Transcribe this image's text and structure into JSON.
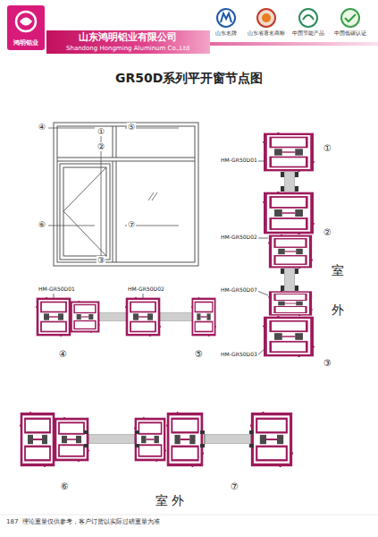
{
  "diagram": {
    "title": "GR50D系列平开窗节点图",
    "labels": [
      "鸿明铝业",
      "山东鸿明铝业有限公司",
      "Shandong Hongming Aluminum Co.,Ltd",
      "山东名牌",
      "山东省著名商标",
      "中国节能产品",
      "中国低碳认证",
      "①",
      "②",
      "③",
      "④",
      "⑤",
      "⑥",
      "⑦",
      "HM-GR50D01",
      "①",
      "HM-GR50D02",
      "②",
      "室",
      "HM-GR50D07",
      "外",
      "HM-GR50D03",
      "③",
      "HM-GR50D01",
      "HM-GR50D02",
      "④",
      "⑤",
      "⑥",
      "⑦",
      "室 外",
      "187",
      "理论重量仅供参考，客户订货以实际过磅重量为准"
    ]
  }
}
